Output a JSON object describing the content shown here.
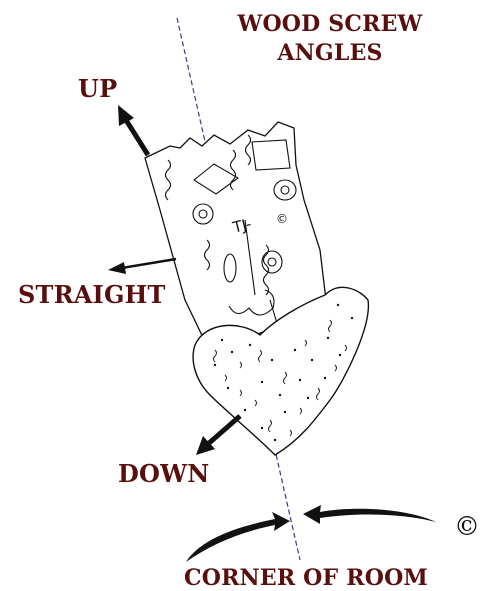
{
  "title": {
    "line1": "WOOD SCREW",
    "line2": "ANGLES"
  },
  "labels": {
    "up": "UP",
    "straight": "STRAIGHT",
    "down": "DOWN",
    "corner": "CORNER OF ROOM"
  },
  "copyright_symbol": "©",
  "plaque_mark": "TJ-",
  "plaque_mark_symbol": "©",
  "colors": {
    "label_text": "#5a0f0f",
    "line_art": "#111111",
    "arrows": "#111111",
    "guide_line": "#3a3a8a"
  }
}
